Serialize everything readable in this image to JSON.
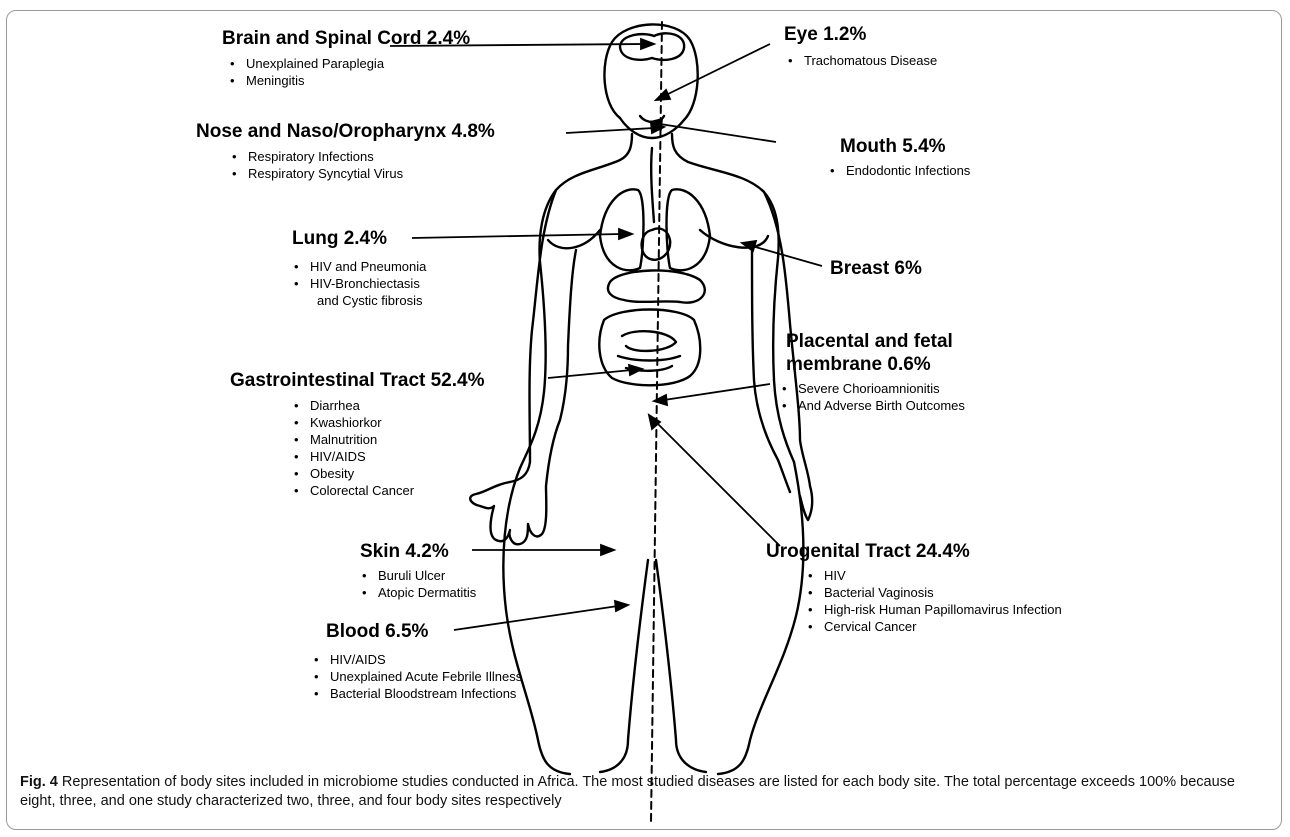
{
  "sites": {
    "brain": {
      "title": "Brain and Spinal Cord 2.4%",
      "items": [
        "Unexplained Paraplegia",
        "Meningitis"
      ]
    },
    "eye": {
      "title": "Eye 1.2%",
      "items": [
        "Trachomatous Disease"
      ]
    },
    "nose": {
      "title": "Nose and Naso/Oropharynx 4.8%",
      "items": [
        "Respiratory Infections",
        "Respiratory Syncytial Virus"
      ]
    },
    "mouth": {
      "title": "Mouth 5.4%",
      "items": [
        "Endodontic Infections"
      ]
    },
    "lung": {
      "title": "Lung 2.4%",
      "items": [
        "HIV and Pneumonia",
        "HIV-Bronchiectasis",
        "and Cystic fibrosis"
      ]
    },
    "breast": {
      "title": "Breast 6%"
    },
    "placenta": {
      "title_line1": "Placental and fetal",
      "title_line2": "membrane 0.6%",
      "items": [
        "Severe Chorioamnionitis",
        "And Adverse Birth Outcomes"
      ]
    },
    "gi": {
      "title": "Gastrointestinal Tract 52.4%",
      "items": [
        "Diarrhea",
        "Kwashiorkor",
        "Malnutrition",
        "HIV/AIDS",
        "Obesity",
        "Colorectal Cancer"
      ]
    },
    "skin": {
      "title": "Skin 4.2%",
      "items": [
        "Buruli Ulcer",
        "Atopic Dermatitis"
      ]
    },
    "urogenital": {
      "title": "Urogenital Tract 24.4%",
      "items": [
        "HIV",
        "Bacterial Vaginosis",
        "High-risk Human Papillomavirus Infection",
        "Cervical Cancer"
      ]
    },
    "blood": {
      "title": "Blood 6.5%",
      "items": [
        "HIV/AIDS",
        "Unexplained Acute Febrile Illness",
        "Bacterial Bloodstream Infections"
      ]
    }
  },
  "caption": {
    "label": "Fig. 4",
    "text": " Representation of body sites included in microbiome studies conducted in Africa. The most studied diseases are listed for each body site. The total percentage exceeds 100% because eight, three, and one study characterized two, three, and four body sites respectively"
  }
}
